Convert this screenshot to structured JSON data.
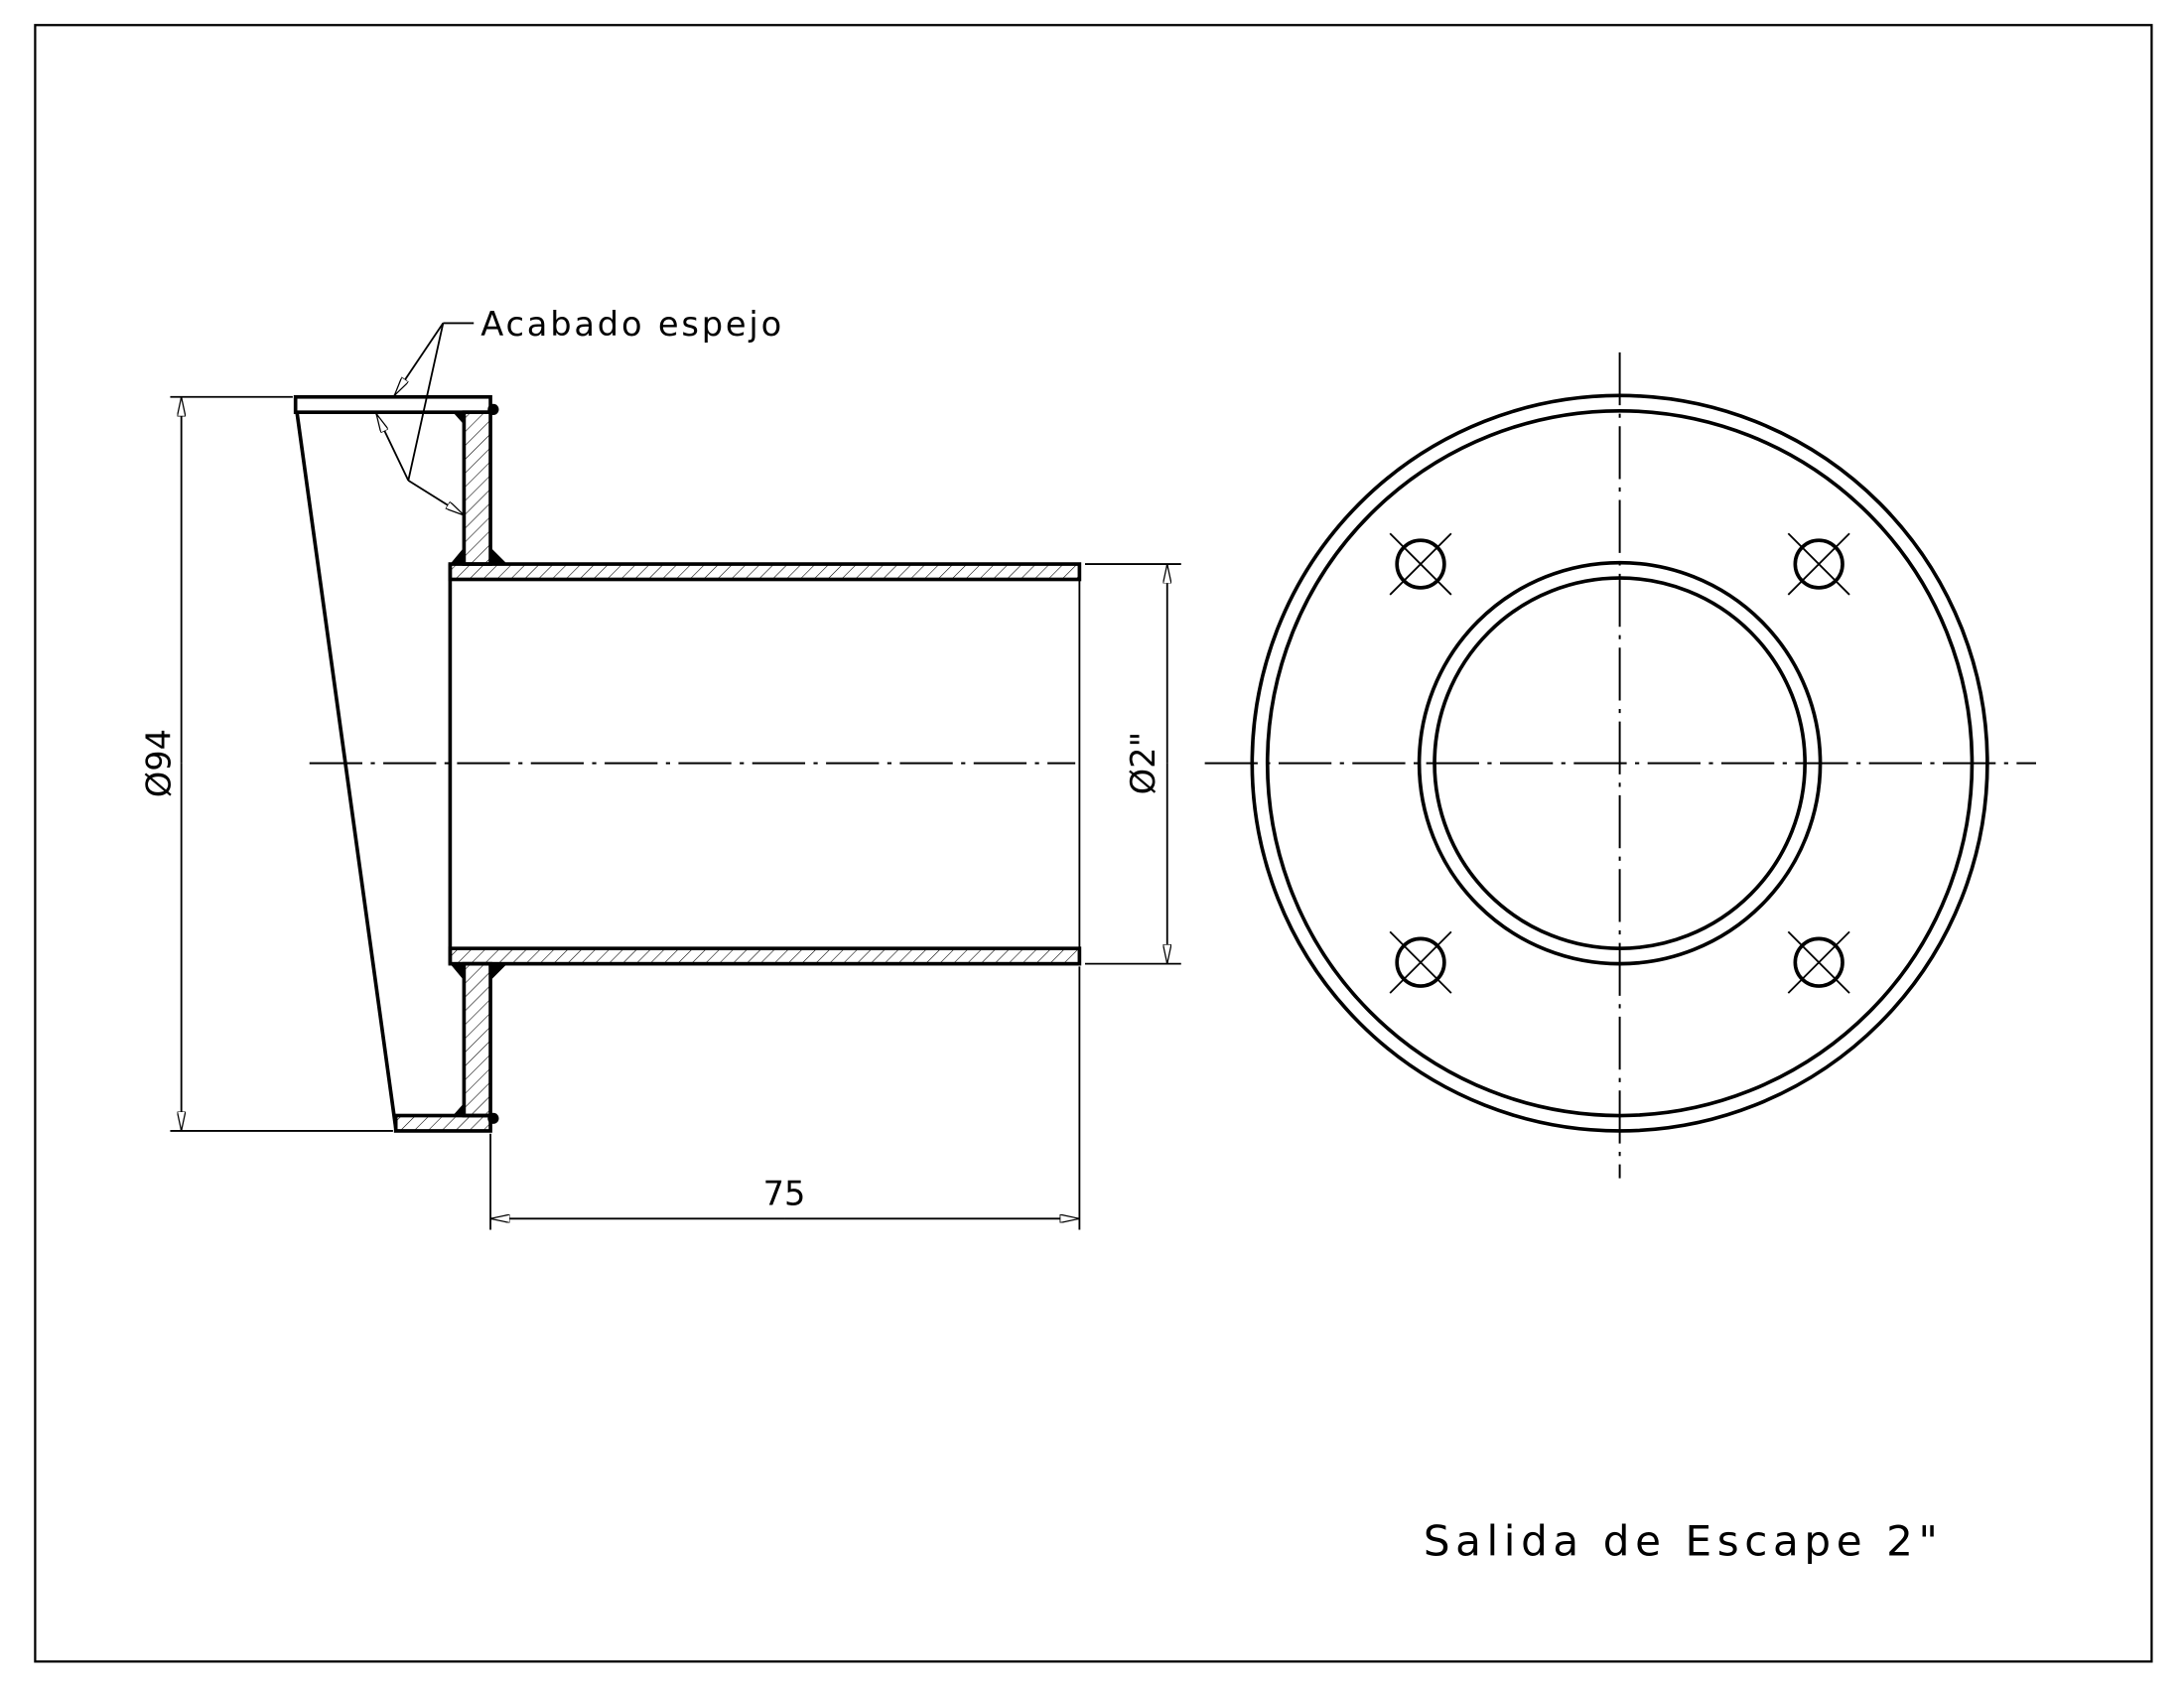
{
  "drawing": {
    "title": "Salida de Escape 2\"",
    "leader_note": "Acabado espejo",
    "dimensions": {
      "flange_diameter": "Ø94",
      "pipe_diameter": "Ø2\"",
      "length": "75"
    },
    "bolt_hole_count": 4,
    "colors": {
      "line": "#000000",
      "background": "#ffffff"
    }
  }
}
